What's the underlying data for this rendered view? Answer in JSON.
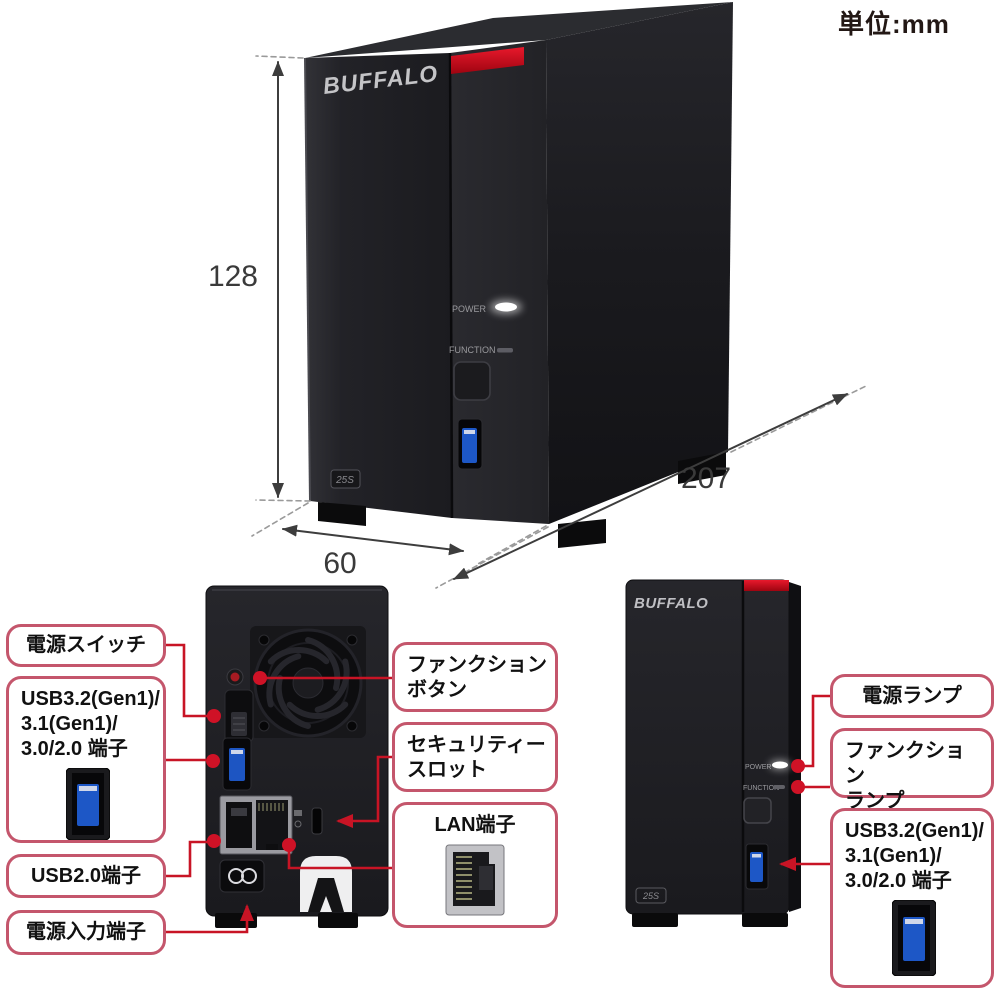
{
  "unit": {
    "label": "単位:mm"
  },
  "dimensions": {
    "height": "128",
    "depth": "207",
    "width": "60"
  },
  "device": {
    "brand": "BUFFALO",
    "power_label": "POWER",
    "function_label": "FUNCTION",
    "badge": "25S"
  },
  "callouts": {
    "power_switch": {
      "label": "電源スイッチ"
    },
    "usb3_rear": {
      "label": "USB3.2(Gen1)/\n3.1(Gen1)/\n3.0/2.0 端子",
      "icon": "usb3-port-icon"
    },
    "usb2": {
      "label": "USB2.0端子"
    },
    "power_input": {
      "label": "電源入力端子"
    },
    "function_button": {
      "label": "ファンクション\nボタン"
    },
    "security_slot": {
      "label": "セキュリティー\nスロット"
    },
    "lan": {
      "label": "LAN端子",
      "icon": "rj45-port-icon"
    },
    "power_lamp": {
      "label": "電源ランプ"
    },
    "function_lamp": {
      "label": "ファンクション\nランプ"
    },
    "usb3_front": {
      "label": "USB3.2(Gen1)/\n3.1(Gen1)/\n3.0/2.0 端子",
      "icon": "usb3-port-icon"
    }
  },
  "colors": {
    "accent_red": "#c81425",
    "callout_border": "#c4566c",
    "usb_blue": "#1d57c6",
    "body_black": "#1d1d21"
  }
}
